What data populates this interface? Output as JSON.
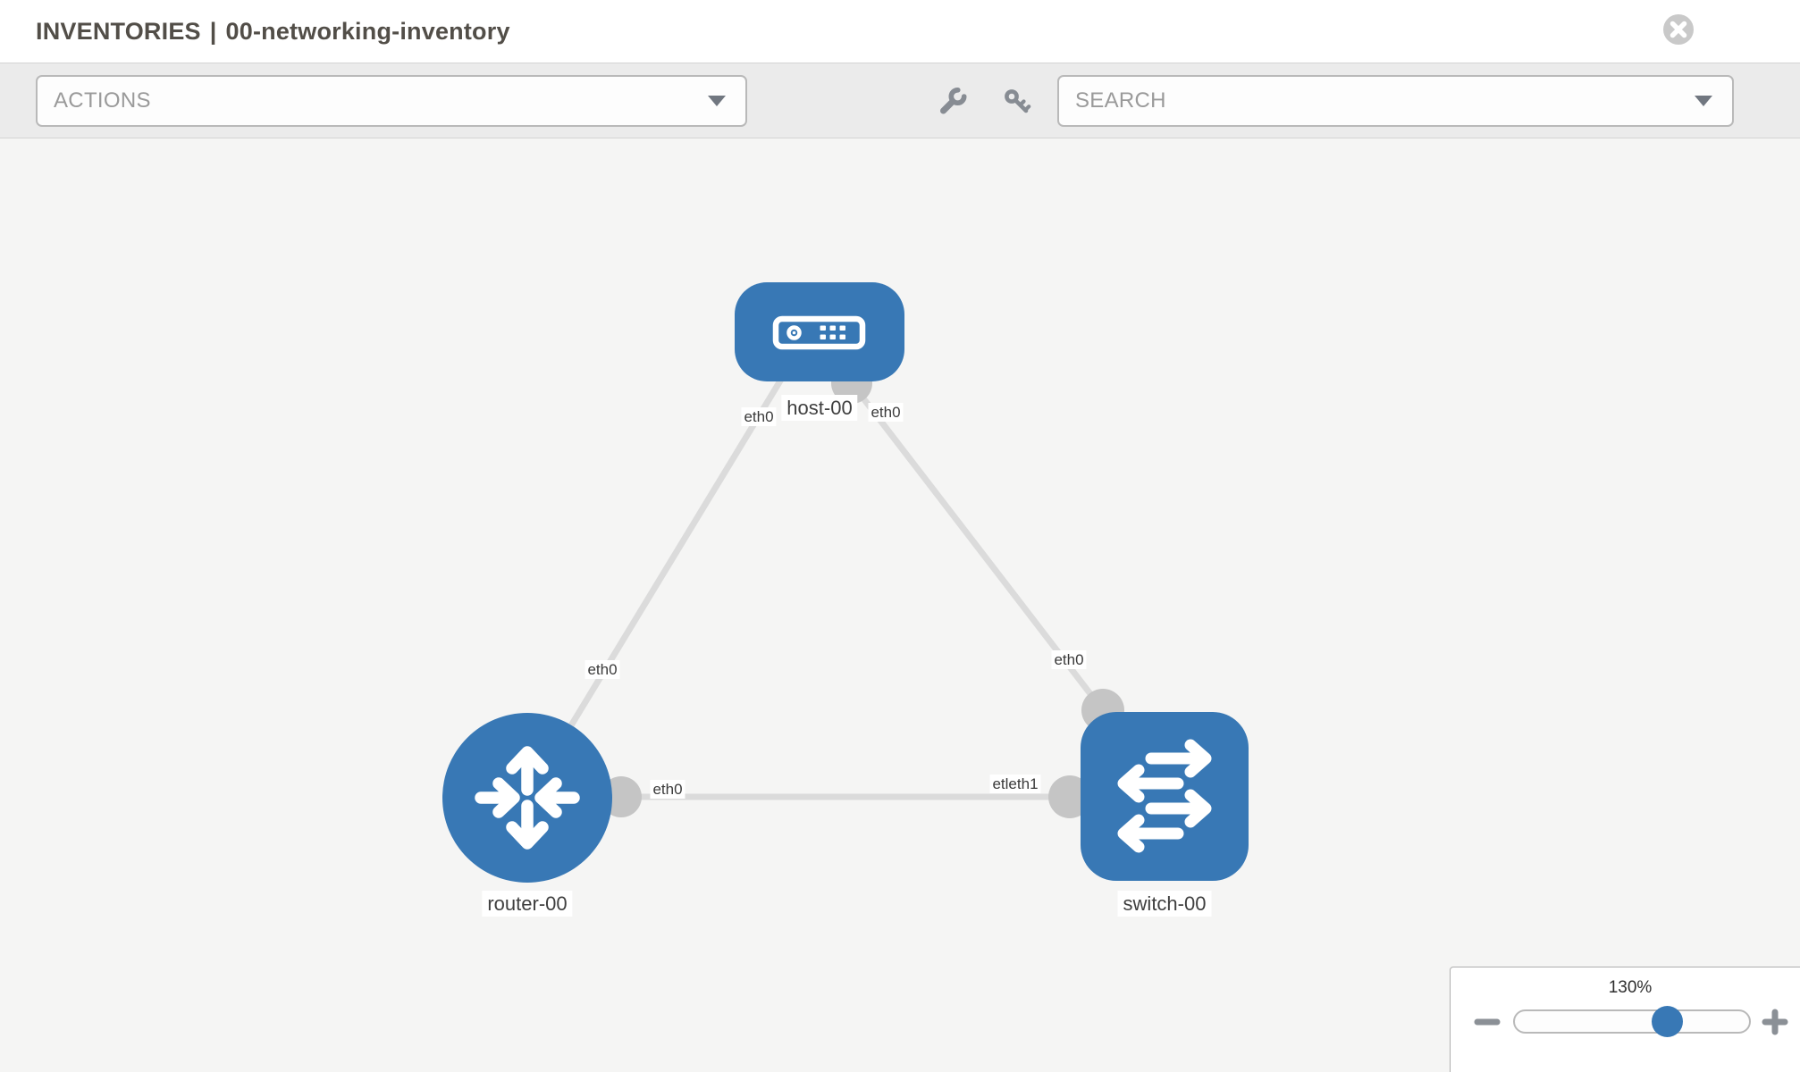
{
  "header": {
    "section": "INVENTORIES",
    "separator": "|",
    "inventory_name": "00-networking-inventory"
  },
  "toolbar": {
    "actions_label": "ACTIONS",
    "search_placeholder": "SEARCH"
  },
  "topology": {
    "nodes": [
      {
        "id": "host-00",
        "label": "host-00",
        "type": "host"
      },
      {
        "id": "router-00",
        "label": "router-00",
        "type": "router"
      },
      {
        "id": "switch-00",
        "label": "switch-00",
        "type": "switch"
      }
    ],
    "links": [
      {
        "from": "host-00",
        "to": "router-00"
      },
      {
        "from": "host-00",
        "to": "switch-00"
      },
      {
        "from": "router-00",
        "to": "switch-00"
      }
    ],
    "interface_labels": [
      {
        "text": "eth0",
        "near": "host-00-left"
      },
      {
        "text": "eth0",
        "near": "host-00-right"
      },
      {
        "text": "eth0",
        "near": "router-00-uplink"
      },
      {
        "text": "eth0",
        "near": "switch-00-uplink"
      },
      {
        "text": "eth0",
        "near": "router-00-right"
      },
      {
        "text": "etleth1",
        "near": "switch-00-left"
      }
    ]
  },
  "zoom_control": {
    "level": "130%"
  },
  "icons": {
    "close": "circle-x",
    "actions_caret": "chevron-down",
    "search_caret": "chevron-down",
    "toolbox": "wrench",
    "hotkeys": "key",
    "zoom_out": "minus",
    "zoom_in": "plus"
  },
  "colors": {
    "node_blue": "#3878b5",
    "link_gray": "#dbdbdb",
    "connector_gray": "#c5c5c5",
    "toolbar_bg": "#ebebeb",
    "canvas_bg": "#f5f5f4"
  }
}
